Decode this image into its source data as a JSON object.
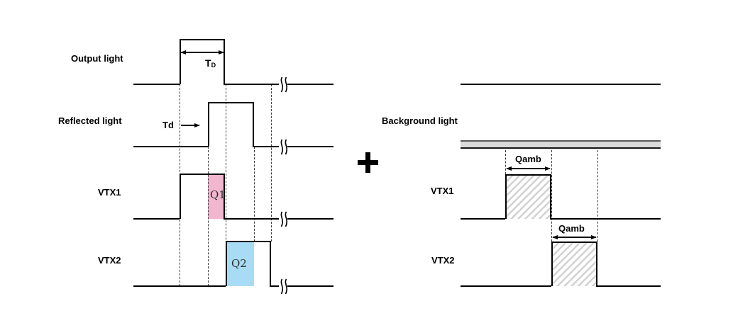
{
  "figure": {
    "left_panel": {
      "rows": [
        {
          "label": "Output light"
        },
        {
          "label": "Reflected light"
        },
        {
          "label": "VTX1"
        },
        {
          "label": "VTX2"
        }
      ],
      "pulse_width_label": {
        "base": "T",
        "sub": "D"
      },
      "delay_label": "Td",
      "charge_labels": {
        "q1": "Q1",
        "q2": "Q2"
      }
    },
    "plus_operator": "+",
    "right_panel": {
      "background_light_label": "Background light",
      "rows": [
        {
          "label": "VTX1"
        },
        {
          "label": "VTX2"
        }
      ],
      "ambient_charge_labels": {
        "vtx1": "Qamb",
        "vtx2": "Qamb"
      }
    },
    "colors": {
      "q1_fill": "#F2B6CE",
      "q2_fill": "#A8DCF5",
      "background_bar_fill": "#D9D9D9",
      "line": "#000000"
    }
  }
}
